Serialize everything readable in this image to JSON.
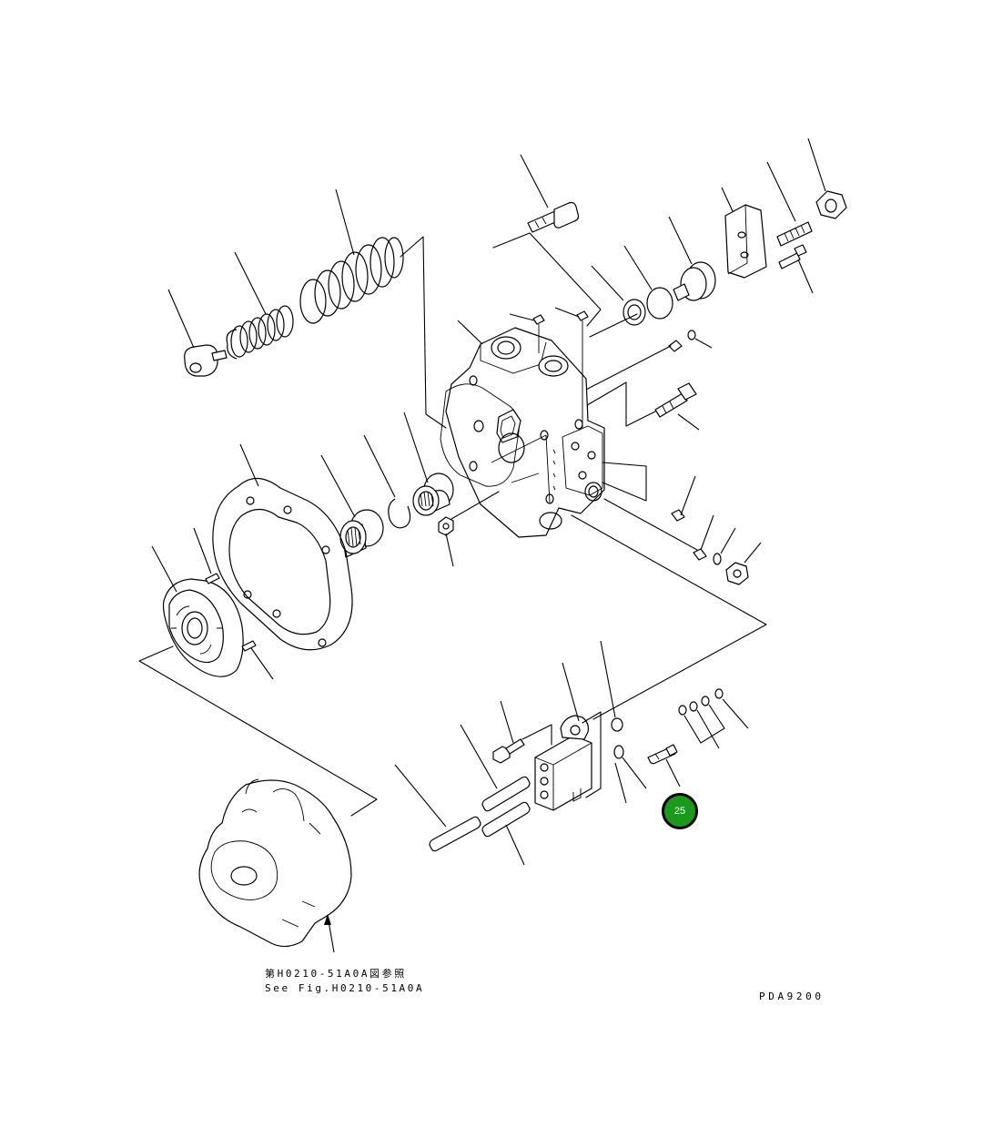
{
  "diagram": {
    "reference_note_jp": "第H0210-51A0A図参照",
    "reference_note_en": "See Fig.H0210-51A0A",
    "drawing_code": "PDA9200",
    "callouts": [
      {
        "label": "25",
        "color": "#1a9a1a"
      }
    ],
    "line_color": "#000000",
    "background": "#ffffff"
  }
}
